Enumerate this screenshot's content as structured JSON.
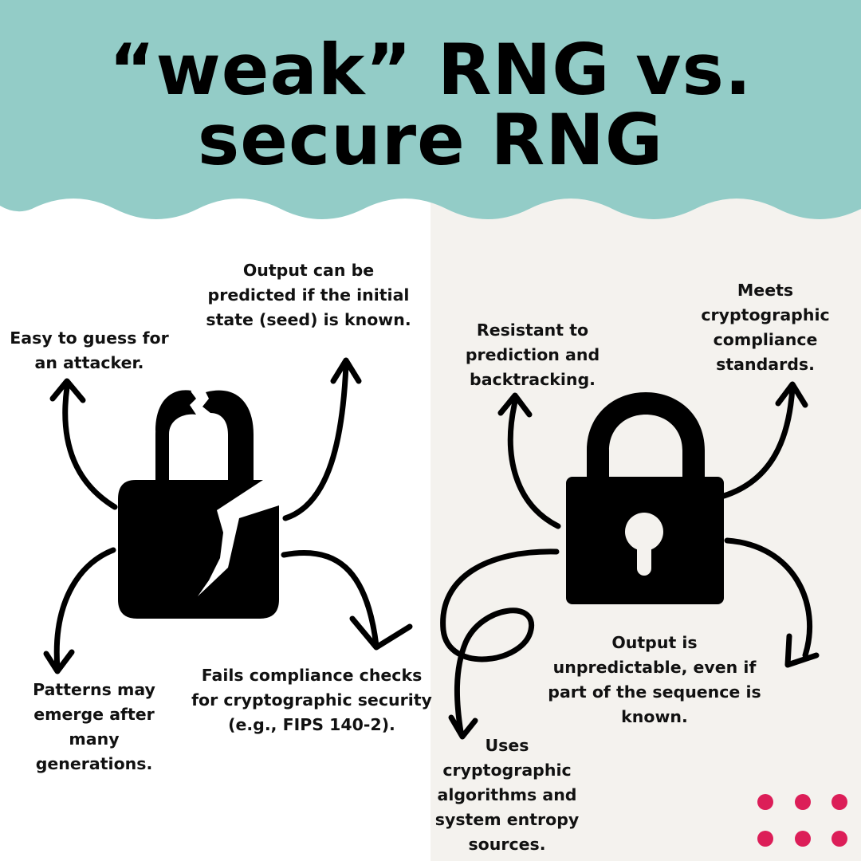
{
  "title": {
    "line1": "“weak” RNG vs.",
    "line2": "secure RNG"
  },
  "colors": {
    "header_teal": "#93ccc7",
    "right_panel": "#f4f2ee",
    "ink": "#000000",
    "accent_dot": "#dc1e58"
  },
  "weak_rng": {
    "icon": "broken-padlock-icon",
    "labels": {
      "easy_to_guess": "Easy to guess for an attacker.",
      "predictable": "Output can be predicted if the initial state (seed) is known.",
      "patterns": "Patterns may emerge after many generations.",
      "fails_compliance": "Fails compliance checks for cryptographic security (e.g., FIPS 140-2)."
    }
  },
  "secure_rng": {
    "icon": "padlock-icon",
    "labels": {
      "resistant": "Resistant to prediction and backtracking.",
      "meets_standards": "Meets cryptographic compliance standards.",
      "unpredictable": "Output is unpredictable, even if part of the sequence is known.",
      "uses_algorithms": "Uses cryptographic algorithms and system entropy sources."
    }
  },
  "decoration": {
    "dots_icon": "dot-grid-icon",
    "dot_rows": 2,
    "dot_cols": 3
  }
}
